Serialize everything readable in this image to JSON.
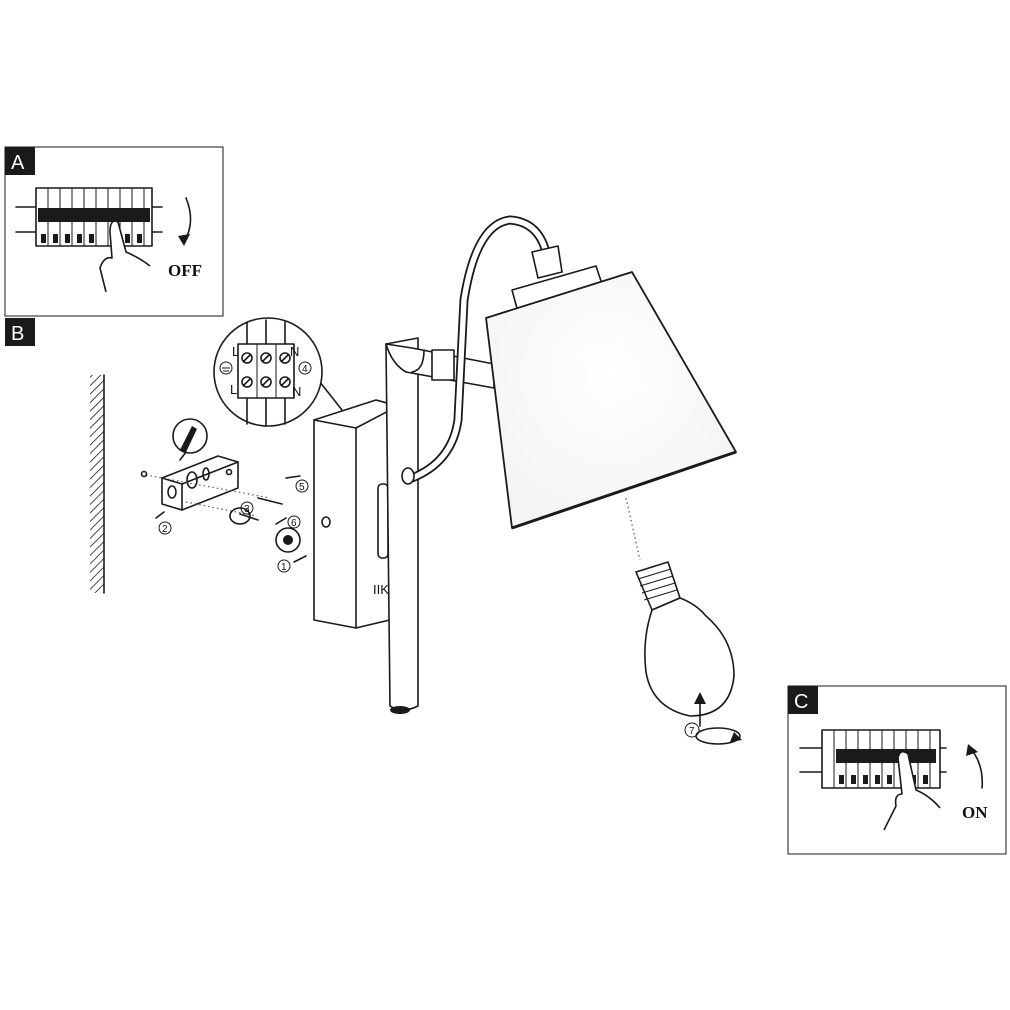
{
  "panels": {
    "a": {
      "label": "A",
      "switch_text": "OFF"
    },
    "b": {
      "label": "B"
    },
    "c": {
      "label": "C",
      "switch_text": "ON"
    }
  },
  "terminal_block": {
    "top_labels": [
      "L",
      "N"
    ],
    "bottom_labels": [
      "L",
      "N"
    ],
    "step": "4"
  },
  "steps": [
    "1",
    "2",
    "3",
    "4",
    "5",
    "6",
    "7"
  ]
}
